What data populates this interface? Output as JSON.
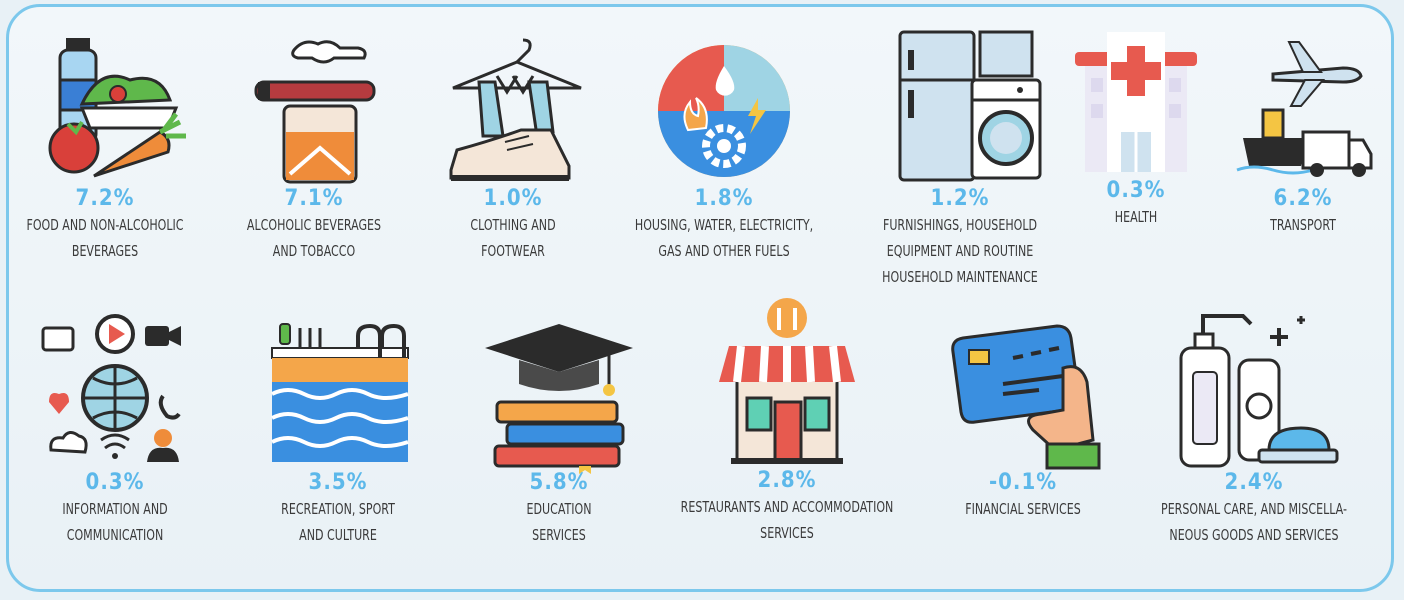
{
  "categories": [
    {
      "value": "7.2%",
      "label_lines": [
        "FOOD AND NON-ALCOHOLIC",
        "BEVERAGES"
      ],
      "icon": "food-icon"
    },
    {
      "value": "7.1%",
      "label_lines": [
        "ALCOHOLIC BEVERAGES",
        "AND TOBACCO"
      ],
      "icon": "alcohol-tobacco-icon"
    },
    {
      "value": "1.0%",
      "label_lines": [
        "CLOTHING AND",
        "FOOTWEAR"
      ],
      "icon": "clothing-icon"
    },
    {
      "value": "1.8%",
      "label_lines": [
        "HOUSING, WATER, ELECTRICITY,",
        "GAS AND OTHER FUELS"
      ],
      "icon": "housing-utilities-icon"
    },
    {
      "value": "1.2%",
      "label_lines": [
        "FURNISHINGS, HOUSEHOLD",
        "EQUIPMENT AND ROUTINE",
        "HOUSEHOLD MAINTENANCE"
      ],
      "icon": "furnishings-icon"
    },
    {
      "value": "0.3%",
      "label_lines": [
        "HEALTH"
      ],
      "icon": "hospital-icon"
    },
    {
      "value": "6.2%",
      "label_lines": [
        "TRANSPORT"
      ],
      "icon": "transport-icon"
    },
    {
      "value": "0.3%",
      "label_lines": [
        "INFORMATION AND",
        "COMMUNICATION"
      ],
      "icon": "communication-icon"
    },
    {
      "value": "3.5%",
      "label_lines": [
        "RECREATION, SPORT",
        "AND CULTURE"
      ],
      "icon": "pool-icon"
    },
    {
      "value": "5.8%",
      "label_lines": [
        "EDUCATION",
        "SERVICES"
      ],
      "icon": "education-icon"
    },
    {
      "value": "2.8%",
      "label_lines": [
        "RESTAURANTS AND ACCOMMODATION",
        "SERVICES"
      ],
      "icon": "restaurant-icon"
    },
    {
      "value": "-0.1%",
      "label_lines": [
        "FINANCIAL SERVICES"
      ],
      "icon": "credit-card-icon"
    },
    {
      "value": "2.4%",
      "label_lines": [
        "PERSONAL CARE, AND MISCELLA-",
        "NEOUS GOODS AND SERVICES"
      ],
      "icon": "personal-care-icon"
    }
  ],
  "colors": {
    "accent": "#5cb8ea",
    "border": "#7cc8ec",
    "text": "#3a3a3a"
  }
}
